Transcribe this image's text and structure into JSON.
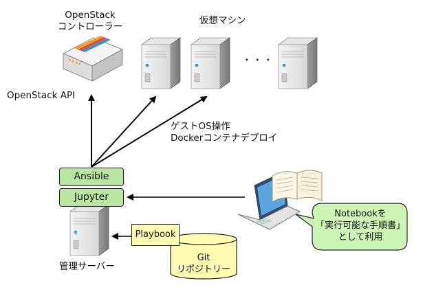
{
  "controller": {
    "line1": "OpenStack",
    "line2": "コントローラー"
  },
  "vm_title": "仮想マシン",
  "dots": "・・・",
  "api_label": "OpenStack API",
  "ops": {
    "line1": "ゲストOS操作",
    "line2": "Dockerコンテナデプロイ"
  },
  "ansible": "Ansible",
  "jupyter": "Jupyter",
  "playbook": "Playbook",
  "git": {
    "line1": "Git",
    "line2": "リポジトリー"
  },
  "mgmt_server": "管理サーバー",
  "callout": {
    "line1": "Notebookを",
    "line2": "「実行可能な手順書」",
    "line3": "として利用"
  },
  "colors": {
    "green_box": "#b9e6a3",
    "yellow_box": "#fffbb0",
    "callout_fill": "#cdf5b6"
  }
}
